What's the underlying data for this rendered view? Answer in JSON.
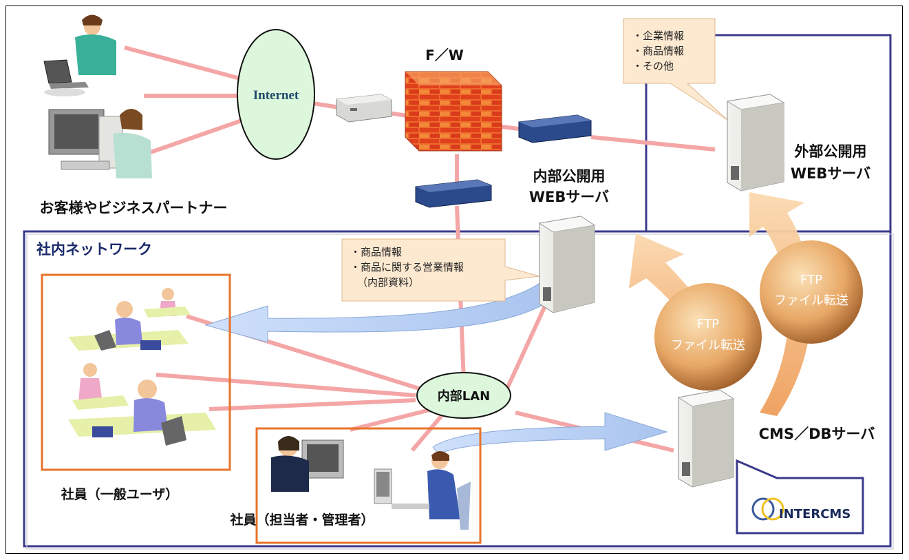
{
  "nodes": {
    "internet": "Internet",
    "fw": "F／W",
    "customers": "お客様やビジネスパートナー",
    "external_web_line1": "外部公開用",
    "external_web_line2": "WEBサーバ",
    "internal_web_line1": "内部公開用",
    "internal_web_line2": "WEBサーバ",
    "intranet": "社内ネットワーク",
    "lan": "内部LAN",
    "employees_general": "社員（一般ユーザ）",
    "employees_admin": "社員（担当者・管理者）",
    "cms_server": "CMS／DBサーバ",
    "logo": "INTERCMS"
  },
  "callouts": {
    "external": [
      "・企業情報",
      "・商品情報",
      "・その他"
    ],
    "internal": [
      "・商品情報",
      "・商品に関する営業情報",
      "（内部資料）"
    ]
  },
  "transfers": {
    "ftp_left": [
      "FTP",
      "ファイル転送"
    ],
    "ftp_right": [
      "FTP",
      "ファイル転送"
    ]
  },
  "colors": {
    "network_line": "#f4a6a6",
    "zone_border": "#3a3a8c",
    "group_border": "#e8732a",
    "internet_fill": "#ddf7dd",
    "callout_fill": "#fde9d0",
    "blue_arrow": "#c8dcf6",
    "ftp_arrow": "#f1b878"
  }
}
